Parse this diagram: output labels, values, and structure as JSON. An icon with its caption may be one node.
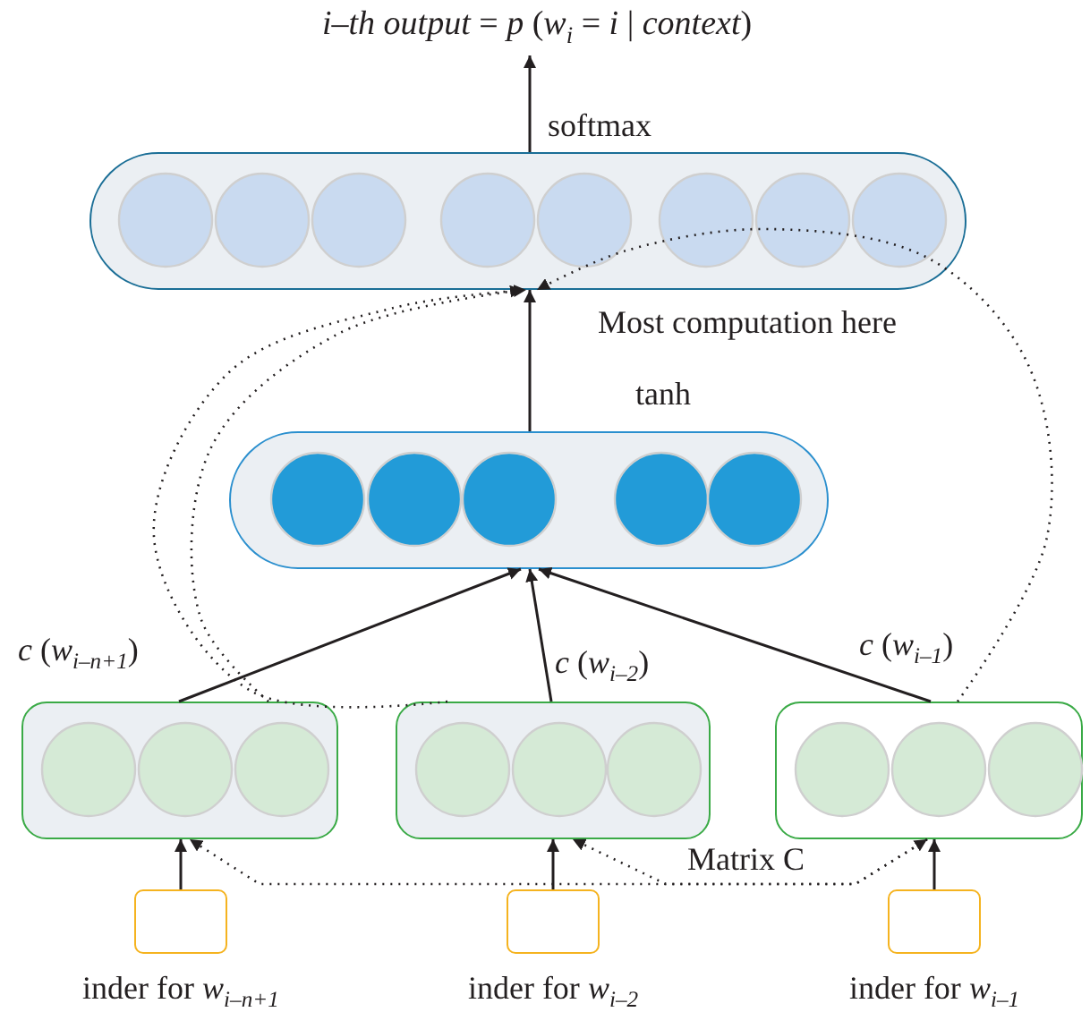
{
  "diagram": {
    "nodes": [
      {
        "text": [
          "*i–th output* = *p* (*w*$_{i}$ = *i* | *context*)"
        ]
      },
      {
        "text": [],
        "shape": "box",
        "beside": [
          "softmax"
        ]
      },
      {
        "text": [],
        "shape": "box",
        "beside": [
          "tanh"
        ]
      },
      {
        "text": [],
        "shape": "box",
        "beside": [
          "*c* (*w*$_{i–n+1}$)"
        ]
      },
      {
        "text": [],
        "shape": "box",
        "beside": [
          "*c* (*w*$_{i–2}$)"
        ]
      },
      {
        "text": [],
        "shape": "box",
        "beside": [
          "*c* (*w*$_{i–1}$)"
        ]
      },
      {
        "text": [],
        "shape": "box",
        "beside": [
          "inder for *w*$_{i–n+1}$"
        ]
      },
      {
        "text": [],
        "shape": "box",
        "beside": [
          "inder for *w*$_{i–2}$"
        ]
      },
      {
        "text": [],
        "shape": "box",
        "beside": [
          "inder for *w*$_{i–1}$"
        ]
      }
    ],
    "edges": [
      {
        "from": 1,
        "to": 0,
        "arrow": "to"
      },
      {
        "from": 2,
        "to": 1,
        "arrow": "to"
      },
      {
        "from": 3,
        "to": 2,
        "arrow": "to"
      },
      {
        "from": 4,
        "to": 2,
        "arrow": "to"
      },
      {
        "from": 5,
        "to": 2,
        "arrow": "to"
      },
      {
        "from": 6,
        "to": 3,
        "arrow": "to"
      },
      {
        "from": 7,
        "to": 4,
        "arrow": "to"
      },
      {
        "from": 8,
        "to": 5,
        "arrow": "to"
      },
      {
        "from": 3,
        "to": 1,
        "arrow": "to",
        "style": "dashed"
      },
      {
        "from": 4,
        "to": 1,
        "arrow": "to",
        "style": "dashed"
      },
      {
        "from": 5,
        "to": 1,
        "arrow": "to",
        "style": "dashed"
      },
      {
        "from": 5,
        "to": 3,
        "arrow": "both",
        "style": "dashed"
      },
      {
        "from": 5,
        "to": 4,
        "arrow": "to",
        "style": "dashed"
      }
    ],
    "labels": [
      "Most computation here",
      "Matrix C"
    ]
  }
}
